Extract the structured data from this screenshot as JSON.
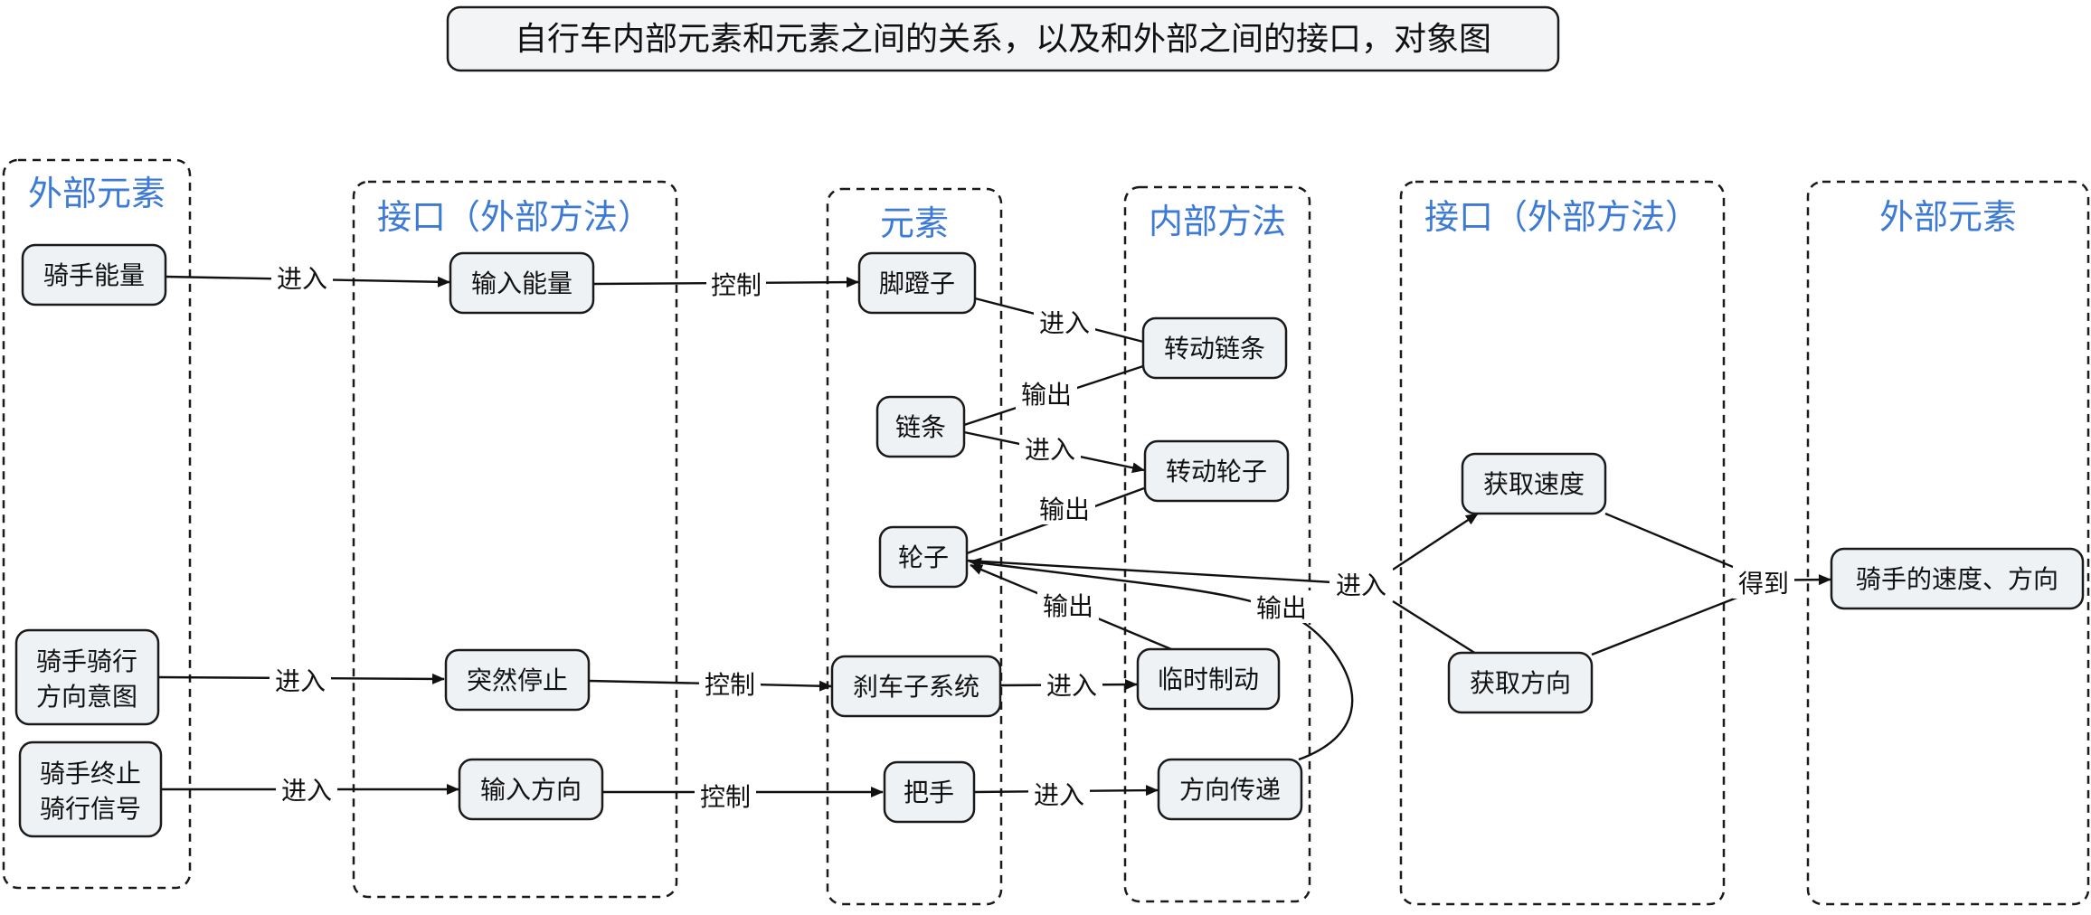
{
  "title": "自行车内部元素和元素之间的关系，以及和外部之间的接口，对象图",
  "groups": {
    "external_left": "外部元素",
    "interface_left": "接口（外部方法）",
    "elements": "元素",
    "internal_methods": "内部方法",
    "interface_right": "接口（外部方法）",
    "external_right": "外部元素"
  },
  "nodes": {
    "rider_energy": "骑手能量",
    "rider_direction_intent": [
      "骑手骑行",
      "方向意图"
    ],
    "rider_stop_signal": [
      "骑手终止",
      "骑行信号"
    ],
    "input_energy": "输入能量",
    "sudden_stop": "突然停止",
    "input_direction": "输入方向",
    "pedal": "脚蹬子",
    "chain": "链条",
    "wheel": "轮子",
    "brake_system": "刹车子系统",
    "handlebar": "把手",
    "rotate_chain": "转动链条",
    "rotate_wheel": "转动轮子",
    "temp_brake": "临时制动",
    "direction_transfer": "方向传递",
    "get_speed": "获取速度",
    "get_direction": "获取方向",
    "rider_speed_direction": "骑手的速度、方向"
  },
  "edge_labels": {
    "enter": "进入",
    "control": "控制",
    "output": "输出",
    "obtain": "得到"
  }
}
